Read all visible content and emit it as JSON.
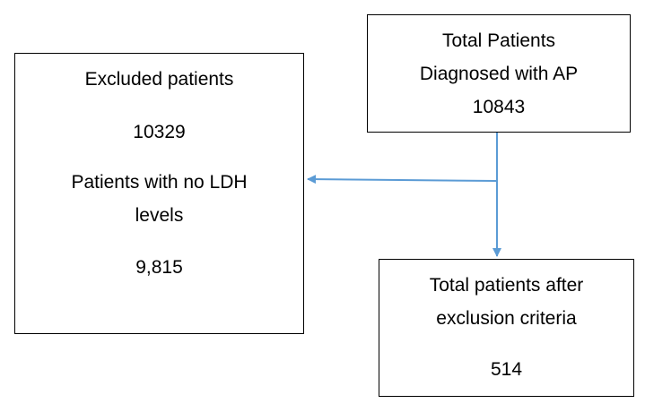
{
  "diagram": {
    "connector_color": "#5b9bd5",
    "nodes": {
      "total": {
        "lines": [
          "Total Patients",
          "Diagnosed with AP",
          "10843"
        ]
      },
      "excluded": {
        "lines": [
          "Excluded patients",
          "10329",
          "Patients with no LDH",
          "levels",
          "9,815"
        ]
      },
      "after": {
        "lines": [
          "Total patients after",
          "exclusion criteria",
          "514"
        ]
      }
    },
    "edges": [
      {
        "from": "total",
        "to": "excluded"
      },
      {
        "from": "total",
        "to": "after"
      }
    ]
  }
}
